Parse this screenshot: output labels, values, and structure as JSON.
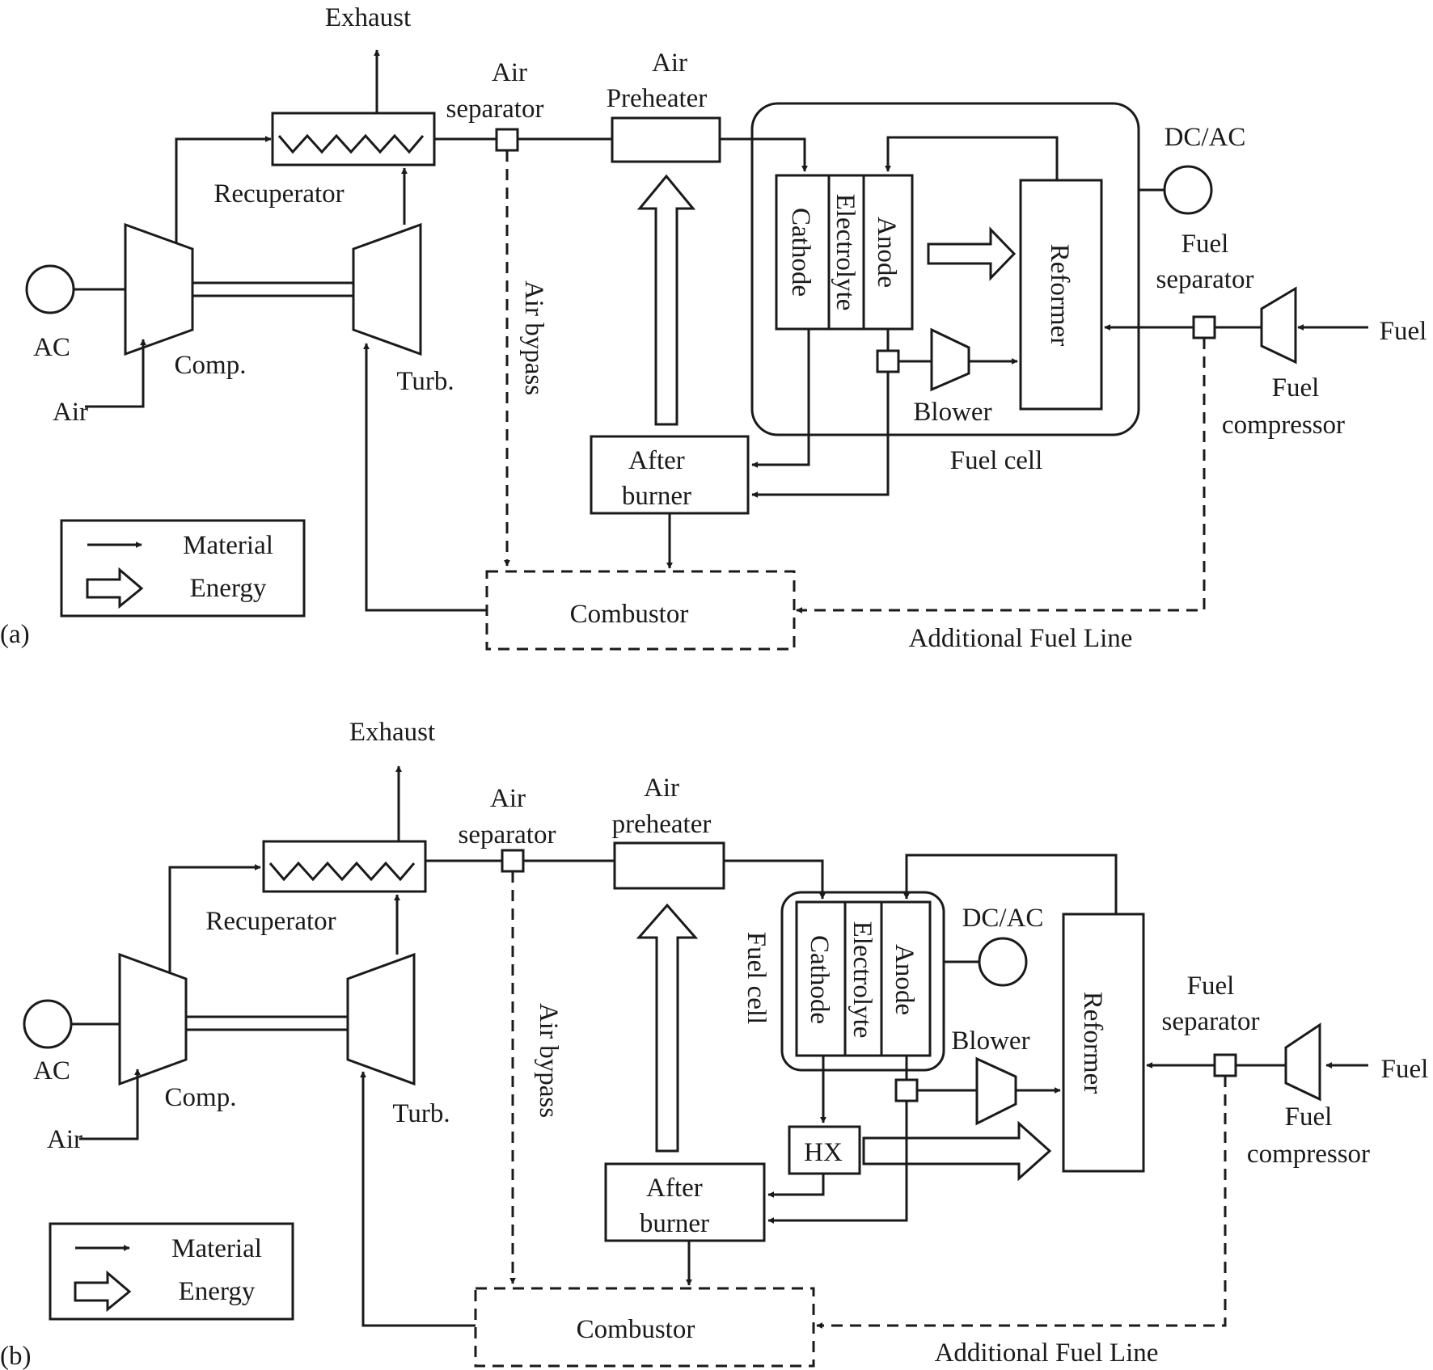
{
  "a": {
    "panel": "(a)",
    "exhaust": "Exhaust",
    "recuperator": "Recuperator",
    "air_sep_1": "Air",
    "air_sep_2": "separator",
    "preheater_1": "Air",
    "preheater_2": "Preheater",
    "dcac": "DC/AC",
    "ac": "AC",
    "comp": "Comp.",
    "turb": "Turb.",
    "air_in": "Air",
    "air_bypass": "Air bypass",
    "cathode": "Cathode",
    "electrolyte": "Electrolyte",
    "anode": "Anode",
    "reformer": "Reformer",
    "fuel_sep_1": "Fuel",
    "fuel_sep_2": "separator",
    "fuel": "Fuel",
    "fuel_comp_1": "Fuel",
    "fuel_comp_2": "compressor",
    "blower": "Blower",
    "fuel_cell": "Fuel cell",
    "afterburner_1": "After",
    "afterburner_2": "burner",
    "combustor": "Combustor",
    "additional_fuel_line": "Additional Fuel Line",
    "legend_material": "Material",
    "legend_energy": "Energy"
  },
  "b": {
    "panel": "(b)",
    "exhaust": "Exhaust",
    "recuperator": "Recuperator",
    "air_sep_1": "Air",
    "air_sep_2": "separator",
    "preheater_1": "Air",
    "preheater_2": "preheater",
    "dcac": "DC/AC",
    "ac": "AC",
    "comp": "Comp.",
    "turb": "Turb.",
    "air_in": "Air",
    "air_bypass": "Air bypass",
    "fuel_cell": "Fuel cell",
    "cathode": "Cathode",
    "electrolyte": "Electrolyte",
    "anode": "Anode",
    "blower": "Blower",
    "reformer": "Reformer",
    "fuel_sep_1": "Fuel",
    "fuel_sep_2": "separator",
    "fuel": "Fuel",
    "fuel_comp_1": "Fuel",
    "fuel_comp_2": "compressor",
    "hx": "HX",
    "afterburner_1": "After",
    "afterburner_2": "burner",
    "combustor": "Combustor",
    "additional_fuel_line": "Additional Fuel Line",
    "legend_material": "Material",
    "legend_energy": "Energy"
  }
}
